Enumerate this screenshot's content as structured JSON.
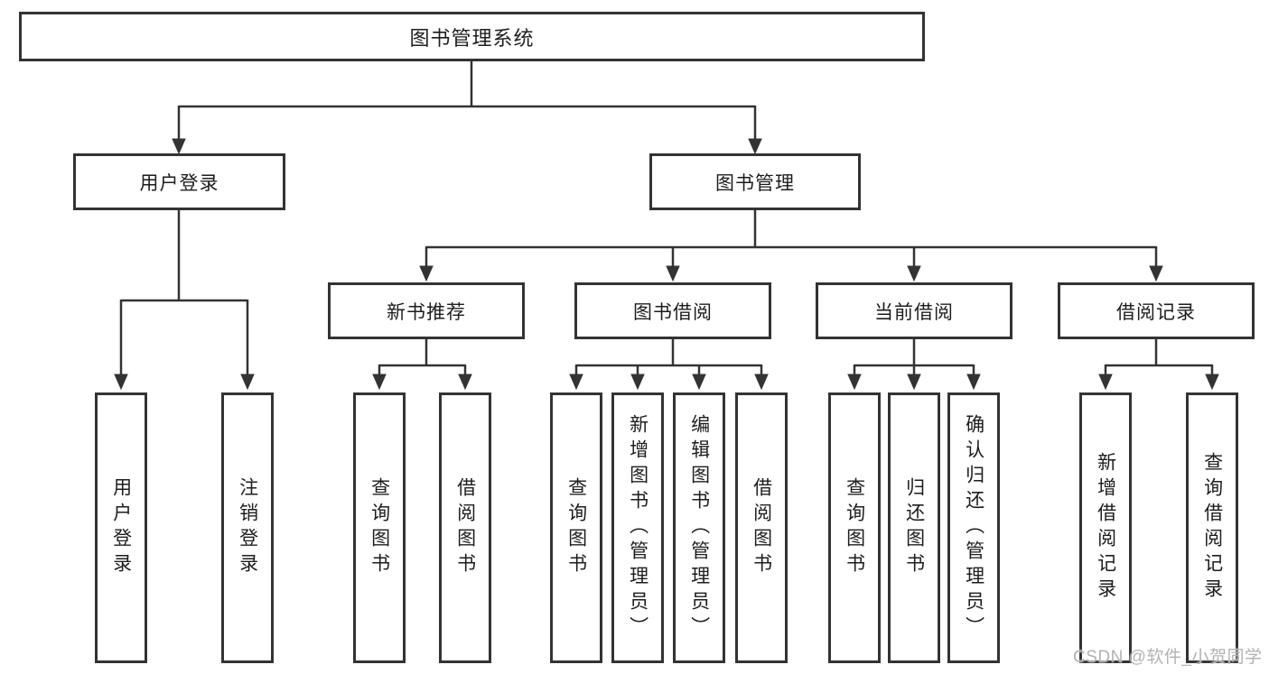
{
  "tree": {
    "label": "图书管理系统",
    "children": [
      {
        "label": "用户登录",
        "children": [
          {
            "label": "用户登录"
          },
          {
            "label": "注销登录"
          }
        ]
      },
      {
        "label": "图书管理",
        "children": [
          {
            "label": "新书推荐",
            "children": [
              {
                "label": "查询图书"
              },
              {
                "label": "借阅图书"
              }
            ]
          },
          {
            "label": "图书借阅",
            "children": [
              {
                "label": "查询图书"
              },
              {
                "label": "新增图书（管理员）"
              },
              {
                "label": "编辑图书（管理员）"
              },
              {
                "label": "借阅图书"
              }
            ]
          },
          {
            "label": "当前借阅",
            "children": [
              {
                "label": "查询图书"
              },
              {
                "label": "归还图书"
              },
              {
                "label": "确认归还（管理员）"
              }
            ]
          },
          {
            "label": "借阅记录",
            "children": [
              {
                "label": "新增借阅记录"
              },
              {
                "label": "查询借阅记录"
              }
            ]
          }
        ]
      }
    ]
  },
  "watermark": "CSDN @软件_小贺同学",
  "colors": {
    "line": "#333333",
    "box_border": "#333333",
    "text": "#1d1d1d",
    "watermark": "#b2b2b2",
    "background": "#ffffff"
  }
}
